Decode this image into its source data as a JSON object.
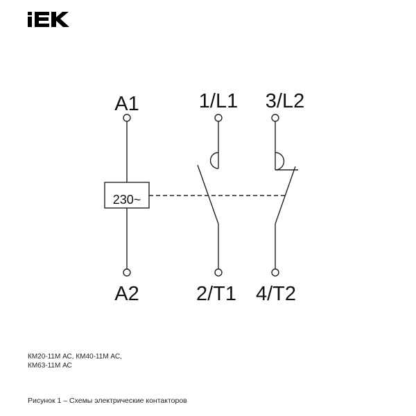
{
  "logo": {
    "text": "IEK"
  },
  "diagram": {
    "coil_label": "230~",
    "terminals": {
      "a1": "A1",
      "a2": "A2",
      "l1": "1/L1",
      "l2": "3/L2",
      "t1": "2/T1",
      "t2": "4/T2"
    }
  },
  "models": {
    "line1": "КМ20-11М АС, КМ40-11М АС,",
    "line2": "КМ63-11М АС"
  },
  "caption": "Рисунок 1 – Схемы электрические контакторов"
}
